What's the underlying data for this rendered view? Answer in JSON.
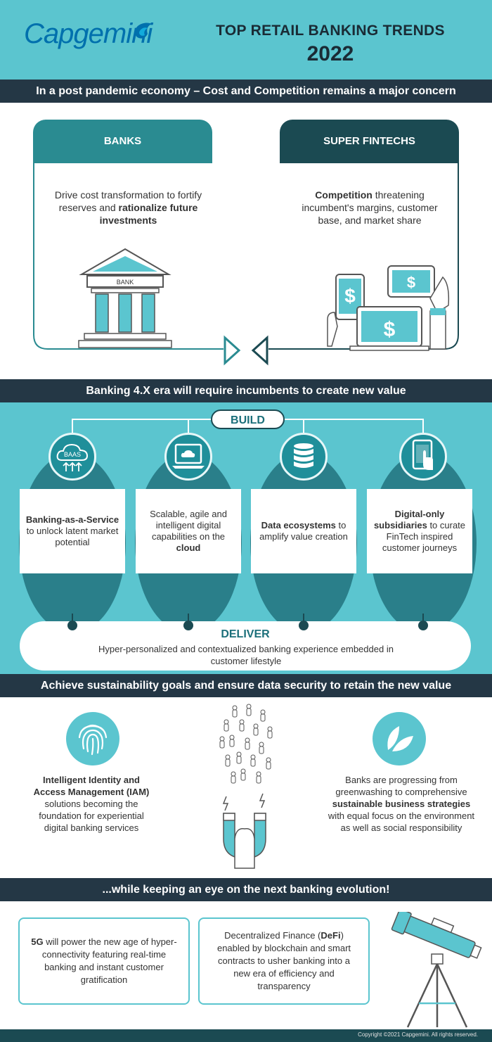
{
  "header": {
    "logo": "Capgemini",
    "title_line1": "TOP RETAIL BANKING TRENDS",
    "title_line2": "2022"
  },
  "section1": {
    "band": "In a post pandemic economy – Cost and Competition remains a major concern",
    "banks": {
      "tab": "BANKS",
      "text_a": "Drive cost transformation to fortify reserves and ",
      "text_b": "rationalize future investments",
      "bank_sign": "BANK"
    },
    "fintechs": {
      "tab": "SUPER FINTECHS",
      "text_a": "Competition",
      "text_b": " threatening incumbent's margins, customer base, and market share",
      "dollar": "$"
    }
  },
  "section2": {
    "band": "Banking 4.X era will require incumbents to create new value",
    "build": "BUILD",
    "baas_label": "BAAS",
    "cards": [
      {
        "bold": "Banking-as-a-Service",
        "pre": "",
        "post": " to unlock latent market potential"
      },
      {
        "bold": "cloud",
        "pre": "Scalable, agile and intelligent digital capabilities on the ",
        "post": ""
      },
      {
        "bold": "Data ecosystems",
        "pre": "",
        "post": " to amplify value creation"
      },
      {
        "bold": "Digital-only subsidiaries",
        "pre": "",
        "post": " to curate FinTech inspired customer journeys"
      }
    ],
    "deliver_title": "DELIVER",
    "deliver_text": "Hyper-personalized and contextualized banking experience embedded in customer lifestyle"
  },
  "section3": {
    "band": "Achieve sustainability goals and ensure data security to retain the new value",
    "iam_bold": "Intelligent Identity and Access Management (IAM)",
    "iam_rest": " solutions becoming the foundation for experiential digital banking services",
    "green_pre": "Banks are progressing from greenwashing to comprehensive ",
    "green_bold": "sustainable business strategies",
    "green_post": " with equal focus on the environment as well as social responsibility"
  },
  "section4": {
    "band": "...while keeping an eye on the next banking evolution!",
    "fiveg_bold": "5G",
    "fiveg_rest": " will power the new age of hyper-connectivity featuring real-time banking and instant customer gratification",
    "defi_pre": "Decentralized Finance (",
    "defi_bold": "DeFi",
    "defi_post": ") enabled by blockchain and smart contracts to usher banking into a new era of efficiency and transparency"
  },
  "footer": {
    "copyright": "Copyright ©2021 Capgemini. All rights reserved."
  },
  "colors": {
    "teal": "#5bc5cf",
    "dark_teal": "#1b4a52",
    "mid_teal": "#2a8b91",
    "navy_band": "#243745",
    "logo_blue": "#0070ad"
  }
}
